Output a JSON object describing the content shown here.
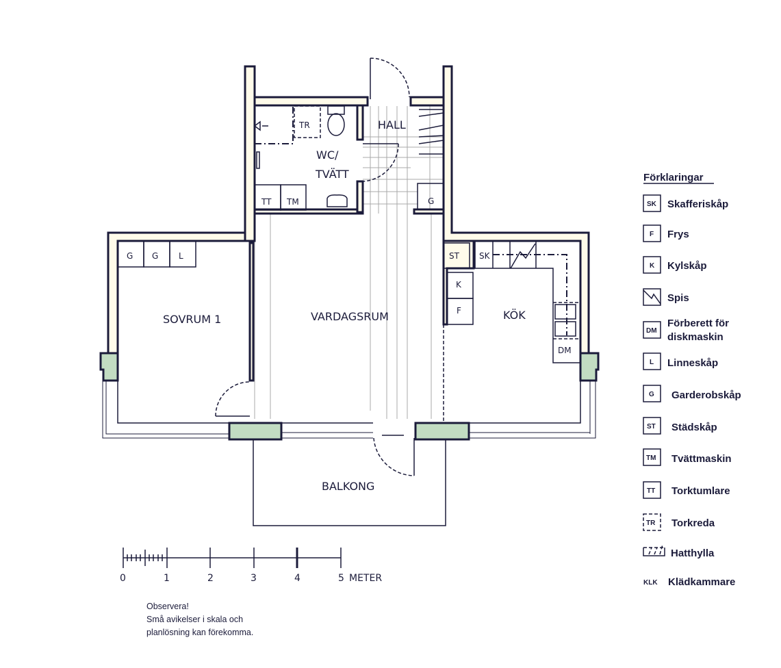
{
  "rooms": {
    "hall": "HALL",
    "wc_line1": "WC/",
    "wc_line2": "TVÄTT",
    "sovrum": "SOVRUM 1",
    "vardagsrum": "VARDAGSRUM",
    "kok": "KÖK",
    "balkong": "BALKONG"
  },
  "fixtures": {
    "tr": "TR",
    "tt": "TT",
    "tm": "TM",
    "hall_g": "G",
    "sovrum_g1": "G",
    "sovrum_g2": "G",
    "sovrum_l": "L",
    "st": "ST",
    "sk": "SK",
    "k": "K",
    "f": "F",
    "dm": "DM"
  },
  "scale": {
    "ticks": [
      "0",
      "1",
      "2",
      "3",
      "4",
      "5"
    ],
    "unit": "METER"
  },
  "note": {
    "line1": "Observera!",
    "line2": "Små avikelser i skala och",
    "line3": "planlösning kan förekomma."
  },
  "legend": {
    "title": "Förklaringar",
    "items": [
      {
        "code": "SK",
        "label": "Skafferiskåp"
      },
      {
        "code": "F",
        "label": "Frys"
      },
      {
        "code": "K",
        "label": "Kylskåp"
      },
      {
        "code": "",
        "label": "Spis"
      },
      {
        "code": "DM",
        "label": "Förberett för",
        "label2": "diskmaskin"
      },
      {
        "code": "L",
        "label": "Linneskåp"
      },
      {
        "code": "G",
        "label": "Garderobskåp"
      },
      {
        "code": "ST",
        "label": "Städskåp"
      },
      {
        "code": "TM",
        "label": "Tvättmaskin"
      },
      {
        "code": "TT",
        "label": "Torktumlare"
      },
      {
        "code": "TR",
        "label": "Torkreda"
      },
      {
        "code": "",
        "label": "Hatthylla"
      },
      {
        "code": "KLK",
        "label": "Klädkammare"
      }
    ]
  },
  "colors": {
    "line": "#1b1b3a",
    "wall": "#fffbea",
    "window": "#c2dcc2"
  }
}
